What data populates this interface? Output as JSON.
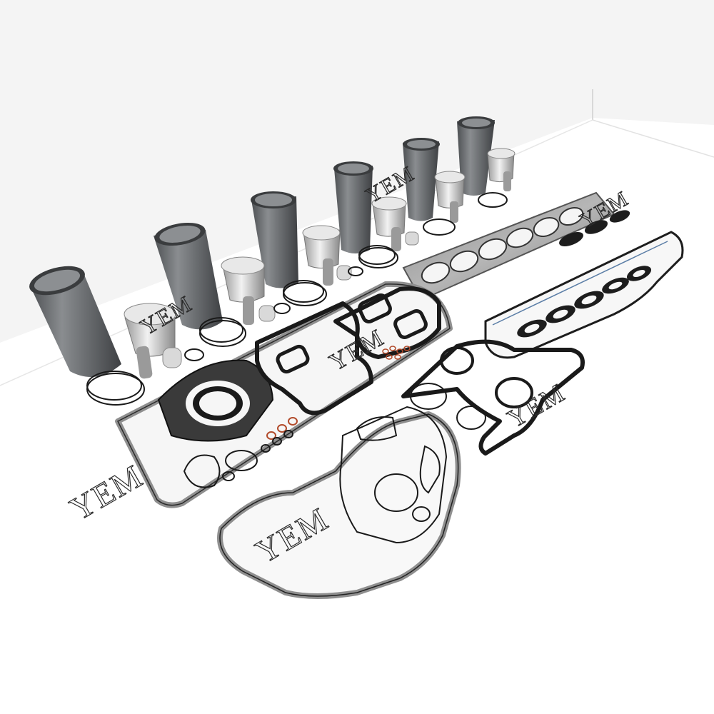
{
  "watermarks": [
    {
      "text": "YEM"
    },
    {
      "text": "YEM"
    },
    {
      "text": "YEM"
    },
    {
      "text": "YEM"
    },
    {
      "text": "YEM"
    },
    {
      "text": "YEM"
    },
    {
      "text": "YEM"
    }
  ],
  "colors": {
    "background": "#ffffff",
    "wall": "#f3f3f3",
    "liner": "#6f7275",
    "piston": "#d8d8d8",
    "gasket_black": "#1c1c1c",
    "gasket_metal": "#9b9b9b",
    "oring": "#b24a2a"
  },
  "icons": {
    "liner": "cylinder-liner-icon",
    "piston": "piston-icon",
    "gasket": "gasket-icon"
  }
}
